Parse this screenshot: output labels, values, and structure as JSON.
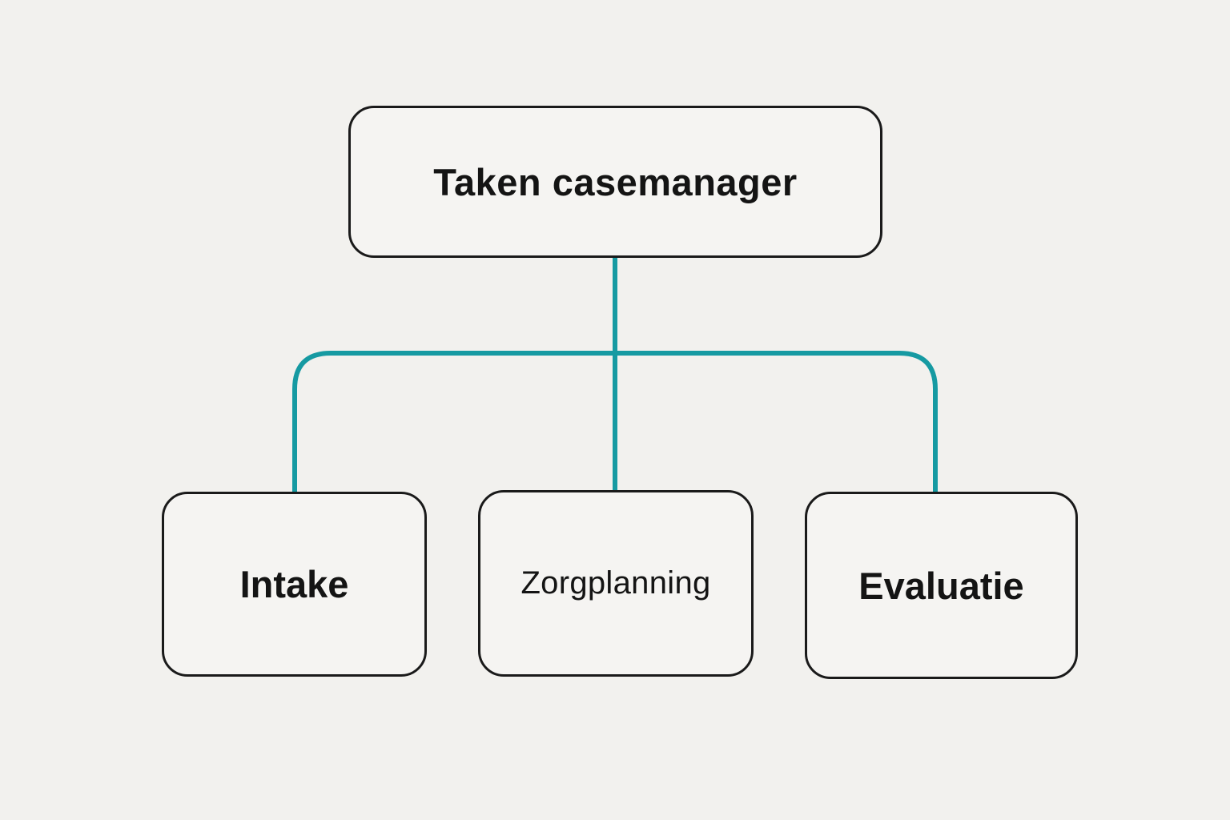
{
  "diagram": {
    "title": "Taken casemanager",
    "root": {
      "label": "Taken casemanager"
    },
    "children": [
      {
        "label": "Intake"
      },
      {
        "label": "Zorgplanning"
      },
      {
        "label": "Evaluatie"
      }
    ],
    "edges": [
      {
        "from": "Taken casemanager",
        "to": "Intake"
      },
      {
        "from": "Taken casemanager",
        "to": "Zorgplanning"
      },
      {
        "from": "Taken casemanager",
        "to": "Evaluatie"
      }
    ]
  },
  "colors": {
    "background": "#f2f1ee",
    "node_fill": "#f5f4f2",
    "node_border": "#1a1a1a",
    "connector": "#169aa2",
    "text": "#141414"
  }
}
